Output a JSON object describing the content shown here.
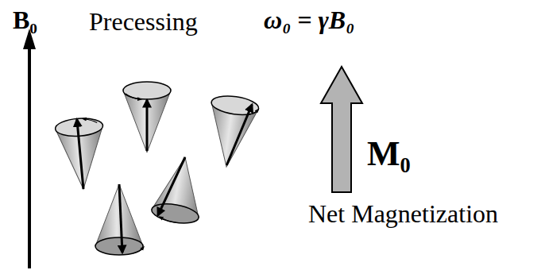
{
  "diagram": {
    "labels": [
      "B₀",
      "Precessing",
      "ω₀ = γB₀",
      "M₀",
      "Net Magnetization"
    ]
  }
}
